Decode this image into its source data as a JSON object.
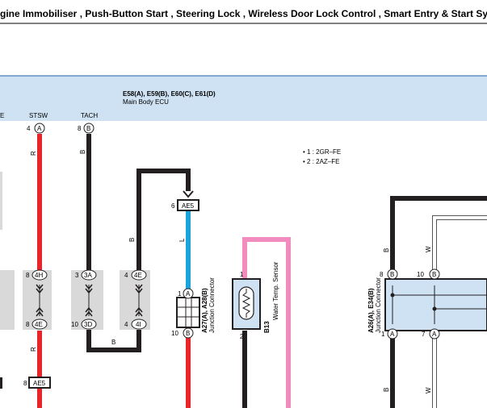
{
  "header": {
    "title": "gine Immobiliser , Push-Button Start , Steering Lock , Wireless Door Lock Control , Smart Entry & Start System"
  },
  "ecu": {
    "connectors": "E58(A), E59(B), E60(C), E61(D)",
    "name": "Main Body ECU",
    "edge_label": "E",
    "terminals": [
      {
        "name": "STSW",
        "pin": "4",
        "connector": "A"
      },
      {
        "name": "TACH",
        "pin": "8",
        "connector": "B"
      }
    ]
  },
  "notes": [
    "• 1 : 2GR–FE",
    "• 2 : 2AZ–FE"
  ],
  "wire_colors": {
    "red": "#e8262a",
    "black": "#231f20",
    "blue": "#1aa3dc",
    "pink": "#f28cbf",
    "white": "#ffffff",
    "header_band": "#cfe2f3",
    "junction_gray": "#d9d9d9",
    "connector_blue": "#cfe2f3"
  },
  "wire_labels": {
    "stsw_upper": "R",
    "stsw_lower": "R",
    "tach": "B",
    "loop": "B",
    "bottom_link": "B",
    "blue_wire": "L",
    "right_b_upper": "B",
    "right_b_lower": "B",
    "right_w_upper": "W",
    "right_w_lower": "W"
  },
  "connectors": {
    "ae5_top": {
      "pin": "6",
      "id": "AE5"
    },
    "ae5_bottom": {
      "pin": "8",
      "id": "AE5"
    },
    "junction_left": {
      "r_top": {
        "pin": "8",
        "id": "4H"
      },
      "r_bottom": {
        "pin": "8",
        "id": "4E"
      },
      "tach_top": {
        "pin": "3",
        "id": "3A"
      },
      "tach_bottom": {
        "pin": "10",
        "id": "3D"
      },
      "loop_top": {
        "pin": "4",
        "id": "4E"
      },
      "loop_bottom": {
        "pin": "4",
        "id": "4I"
      }
    },
    "a27": {
      "title": "A27(A), A28(B)",
      "subtitle": "Junction Connector",
      "top": {
        "pin": "1",
        "id": "A"
      },
      "bottom": {
        "pin": "10",
        "id": "B"
      }
    },
    "a26": {
      "title": "A26(A), E34(B)",
      "subtitle": "Junction Connector",
      "b_top": {
        "pin": "8",
        "id": "B"
      },
      "w_top": {
        "pin": "10",
        "id": "B"
      },
      "b_bottom": {
        "pin": "1",
        "id": "A"
      },
      "w_bottom": {
        "pin": "7",
        "id": "A"
      }
    }
  },
  "sensor": {
    "code": "B13",
    "name": "Water Temp. Sensor",
    "pin_top": "1",
    "pin_bottom": "2"
  }
}
